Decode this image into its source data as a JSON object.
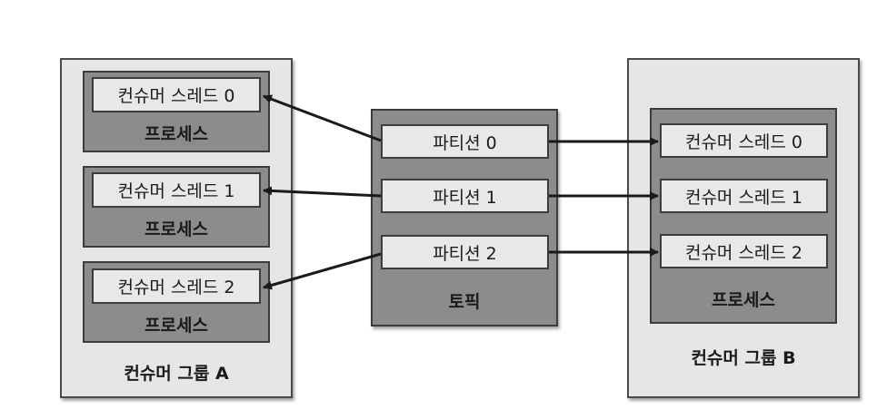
{
  "group_a": {
    "label": "컨슈머 그룹 A",
    "processes": [
      {
        "thread": "컨슈머 스레드 0",
        "label": "프로세스"
      },
      {
        "thread": "컨슈머 스레드 1",
        "label": "프로세스"
      },
      {
        "thread": "컨슈머 스레드 2",
        "label": "프로세스"
      }
    ]
  },
  "topic": {
    "label": "토픽",
    "partitions": [
      "파티션 0",
      "파티션 1",
      "파티션 2"
    ]
  },
  "group_b": {
    "label": "컨슈머 그룹 B",
    "process": {
      "label": "프로세스",
      "threads": [
        "컨슈머 스레드 0",
        "컨슈머 스레드 1",
        "컨슈머 스레드 2"
      ]
    }
  }
}
